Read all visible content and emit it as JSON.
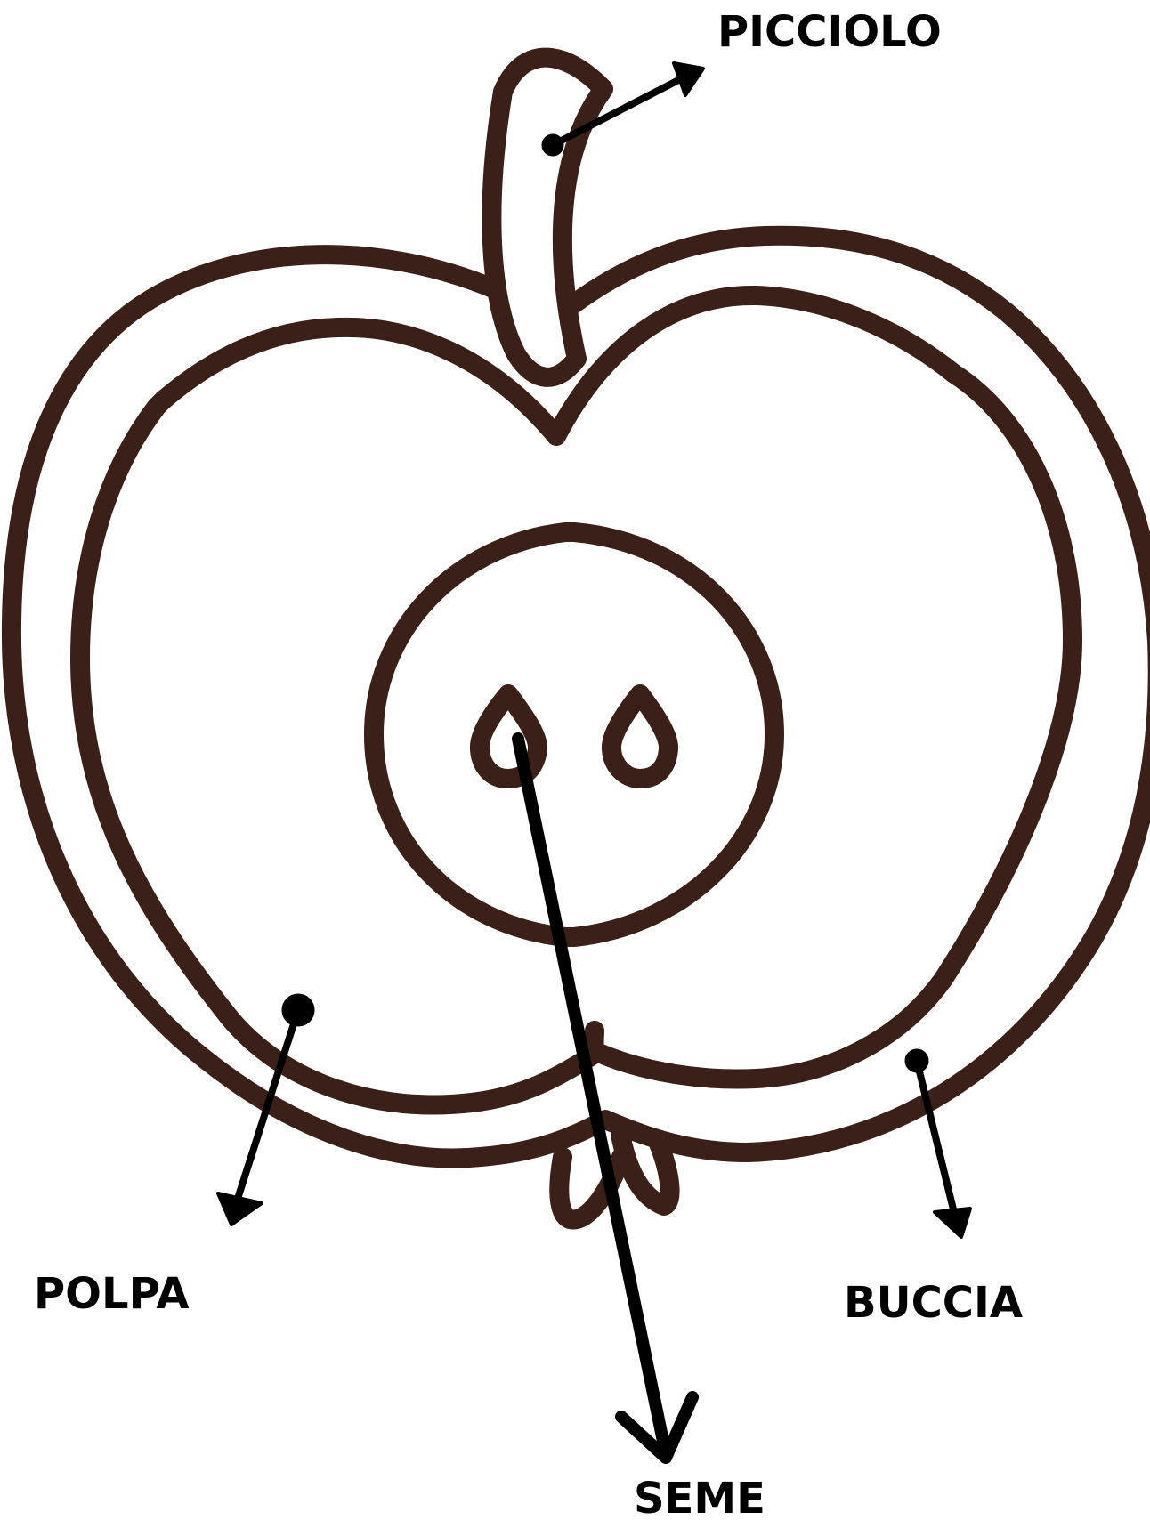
{
  "labels": {
    "picciolo": "PICCIOLO",
    "polpa": "POLPA",
    "buccia": "BUCCIA",
    "seme": "SEME"
  },
  "colors": {
    "outline": "#3a2019",
    "arrow": "#000000",
    "background": "#ffffff"
  }
}
